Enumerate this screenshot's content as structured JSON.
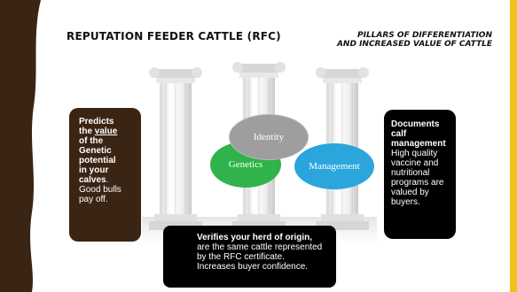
{
  "slide": {
    "title": "REPUTATION FEEDER CATTLE (RFC)",
    "subtitle_line1": "PILLARS OF DIFFERENTIATION",
    "subtitle_line2": "AND INCREASED VALUE OF CATTLE"
  },
  "pillars": {
    "genetics": "Genetics",
    "identity": "Identity",
    "management": "Management"
  },
  "left_box": {
    "line1": "Predicts",
    "line2_prefix": "the ",
    "line2_value": "value",
    "line3": "of the",
    "line4": "Genetic",
    "line5": "potential",
    "line6": "in your",
    "line7_bold": "calves",
    "line7_rest": ".",
    "line8": "Good bulls",
    "line9": "pay off."
  },
  "right_box": {
    "line1": "Documents",
    "line2": "calf",
    "line3": "management",
    "line4": "High quality",
    "line5": "vaccine and",
    "line6": "nutritional",
    "line7": "programs are",
    "line8": "valued by",
    "line9": "buyers."
  },
  "bottom_box": {
    "line1": "Verifies your herd of origin,",
    "line2": "are the same cattle represented",
    "line3": "by the RFC certificate.",
    "line4": "Increases buyer confidence."
  },
  "colors": {
    "left_bar": "#3a2413",
    "right_accent": "#f2c21b",
    "genetics": "#2fb34a",
    "identity": "#9e9e9e",
    "management": "#2aa6dc",
    "left_box": "#3a2413",
    "right_box": "#000000",
    "bottom_box": "#000000"
  }
}
